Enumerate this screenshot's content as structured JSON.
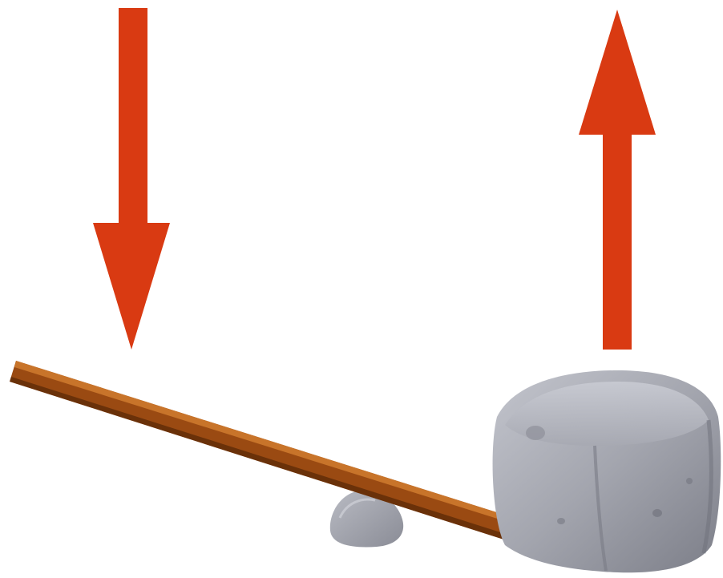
{
  "diagram": {
    "colors": {
      "background": "#ffffff",
      "arrow": "#d93a12",
      "lever_wood": "#9a4a12",
      "lever_highlight": "#c8742a",
      "lever_shadow": "#5e2a08",
      "rock_light": "#b4b6bf",
      "rock_mid": "#9a9ca6",
      "rock_dark": "#6e707a",
      "fulcrum": "#a9abb4"
    },
    "elements": [
      {
        "name": "effort-arrow-down",
        "direction": "down"
      },
      {
        "name": "load-arrow-up",
        "direction": "up"
      },
      {
        "name": "lever-bar"
      },
      {
        "name": "fulcrum-pebble"
      },
      {
        "name": "load-rock"
      }
    ]
  }
}
